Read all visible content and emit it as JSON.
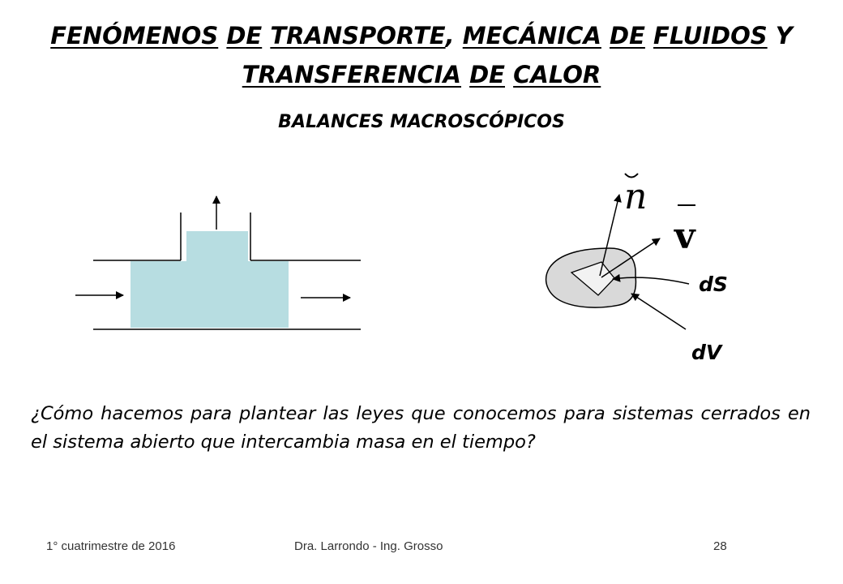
{
  "slide": {
    "title_words_line1": [
      "FENÓMENOS",
      "DE",
      "TRANSPORTE",
      "MECÁNICA",
      "DE",
      "FLUIDOS",
      "Y"
    ],
    "title_words_line2": [
      "TRANSFERENCIA",
      "DE",
      "CALOR"
    ],
    "subtitle": "BALANCES MACROSCÓPICOS",
    "question": "¿Cómo hacemos para plantear las leyes que conocemos para sistemas cerrados en el sistema abierto que intercambia masa en el tiempo?"
  },
  "diagram": {
    "normal_symbol": "n",
    "velocity_symbol": "v",
    "surface_label": "dS",
    "volume_label": "dV",
    "tank_fill_color": "#b7dde1"
  },
  "footer": {
    "left": "1° cuatrimestre de 2016",
    "center": "Dra. Larrondo - Ing. Grosso",
    "right": "28"
  }
}
